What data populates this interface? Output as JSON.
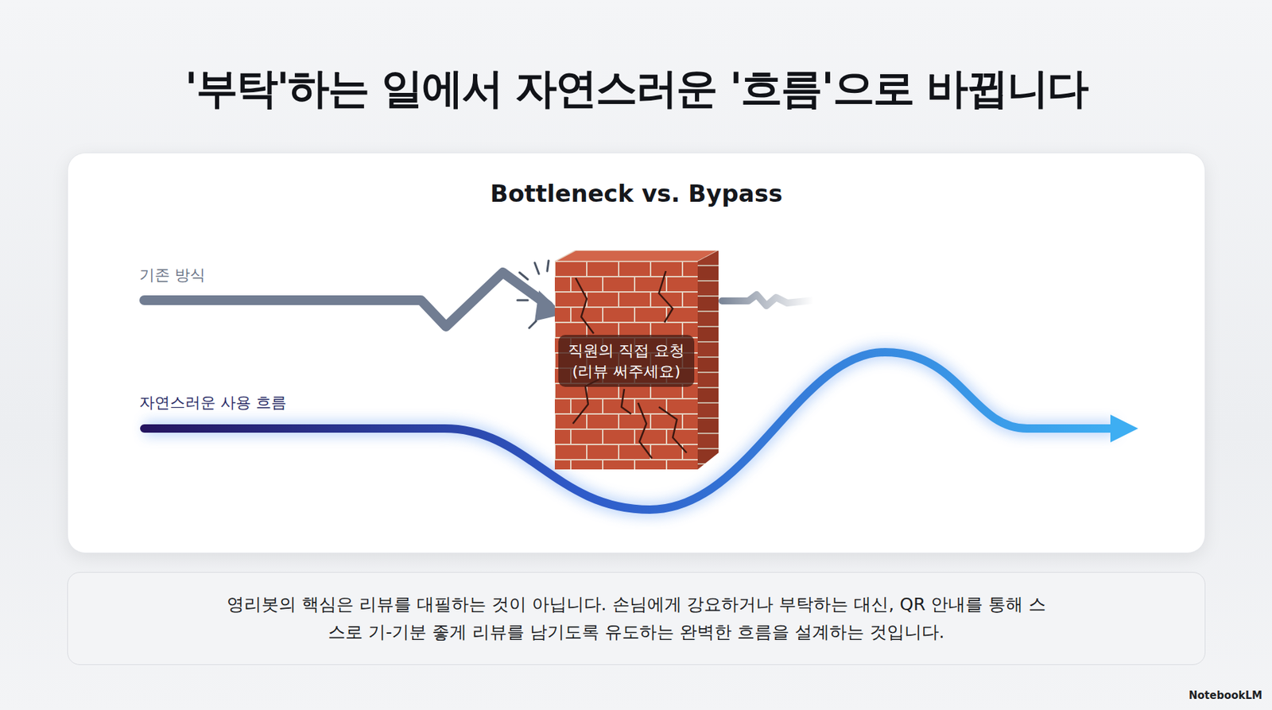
{
  "diagram": {
    "title": "'부탁'하는 일에서 자연스러운 '흐름'으로 바뀝니다",
    "nodes": [
      {
        "text": [
          "Bottleneck vs. Bypass"
        ]
      },
      {
        "text": [
          "직원의 직접 요청 (리뷰 써주세요)"
        ],
        "in": 0
      },
      {
        "text": [
          "영리봇의 핵심은 리뷰를 대필하는 것이 아닙니다. 손님에게 강요하거나 부탁하는 대신, QR 안내를 통해 스스로 기-기분 좋게 리뷰를 남기도록 유도하는 완벽한 흐름을 설계하는 것입니다."
        ]
      }
    ],
    "labels": [
      "기존 방식",
      "자연스러운 사용 흐름",
      "NotebookLM"
    ]
  }
}
